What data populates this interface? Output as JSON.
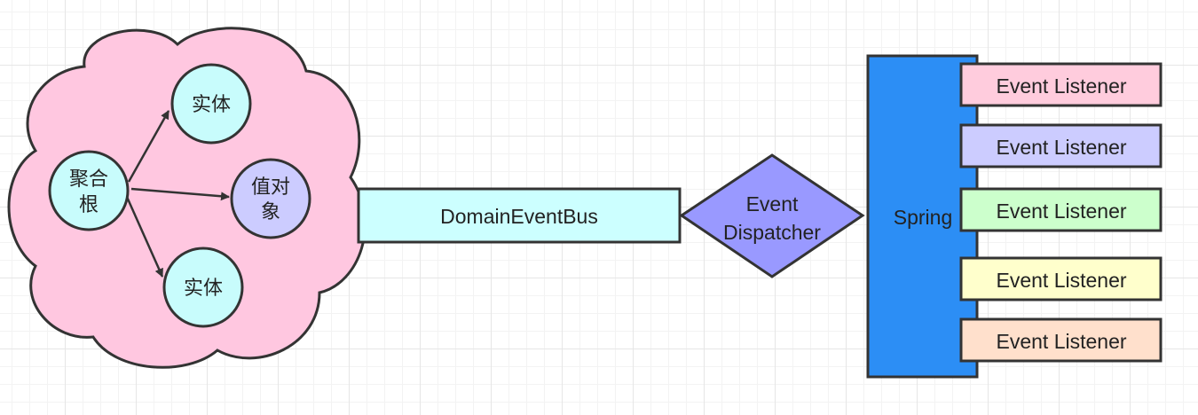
{
  "aggregate": {
    "root_label_line1": "聚合",
    "root_label_line2": "根",
    "entity_top_label": "实体",
    "value_object_line1": "值对",
    "value_object_line2": "象",
    "entity_bottom_label": "实体",
    "cloud_color": "#ffc7e0",
    "node_color": "#c8fcfc",
    "value_object_color": "#ccccff"
  },
  "bus": {
    "label": "DomainEventBus",
    "color": "#ccffff"
  },
  "dispatcher": {
    "label_line1": "Event",
    "label_line2": "Dispatcher",
    "color": "#9999ff"
  },
  "spring": {
    "label": "Spring",
    "color": "#2c8ef5"
  },
  "listeners": [
    {
      "label": "Event Listener",
      "color": "#ffccdd"
    },
    {
      "label": "Event Listener",
      "color": "#ccccff"
    },
    {
      "label": "Event Listener",
      "color": "#ccffcc"
    },
    {
      "label": "Event Listener",
      "color": "#ffffcc"
    },
    {
      "label": "Event Listener",
      "color": "#ffe0cc"
    }
  ]
}
